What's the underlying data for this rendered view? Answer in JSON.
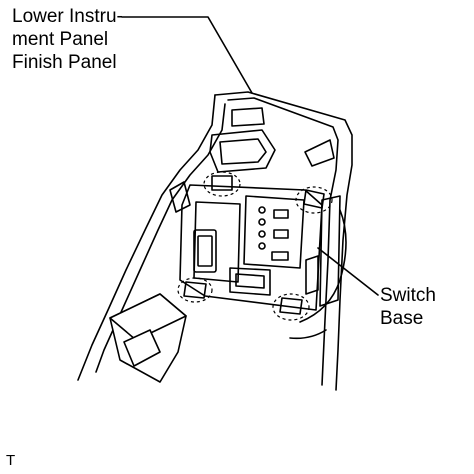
{
  "labels": {
    "panel": [
      "Lower Instru-",
      "ment Panel",
      "Finish Panel"
    ],
    "switch_base": [
      "Switch",
      "Base"
    ],
    "code": "T"
  }
}
